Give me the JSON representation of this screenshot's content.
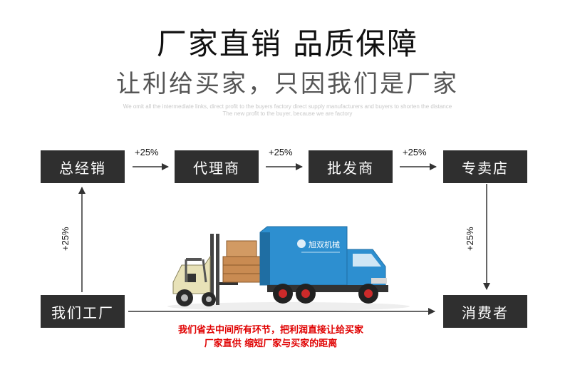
{
  "header": {
    "title": "厂家直销 品质保障",
    "subtitle": "让利给买家，只因我们是厂家",
    "fine_line_1": "We omit all the intermediate links, direct profit to the buyers factory direct supply manufacturers and buyers to shorten the distance",
    "fine_line_2": "The new profit to the buyer, because we are factory"
  },
  "nodes": {
    "general_distributor": "总经销",
    "agent": "代理商",
    "wholesaler": "批发商",
    "store": "专卖店",
    "factory": "我们工厂",
    "consumer": "消费者"
  },
  "markups": {
    "factory_to_general": "+25%",
    "general_to_agent": "+25%",
    "agent_to_wholesaler": "+25%",
    "wholesaler_to_store": "+25%",
    "store_to_consumer": "+25%"
  },
  "truck": {
    "brand_text": "旭双机械"
  },
  "note": {
    "line1": "我们省去中间所有环节，把利润直接让给买家",
    "line2": "厂家直供 缩短厂家与买家的距离"
  },
  "colors": {
    "node_bg": "#2f2f2f",
    "note_red": "#e00000",
    "truck_blue": "#2d8fd0",
    "forklift_beige": "#e8e2b8"
  }
}
